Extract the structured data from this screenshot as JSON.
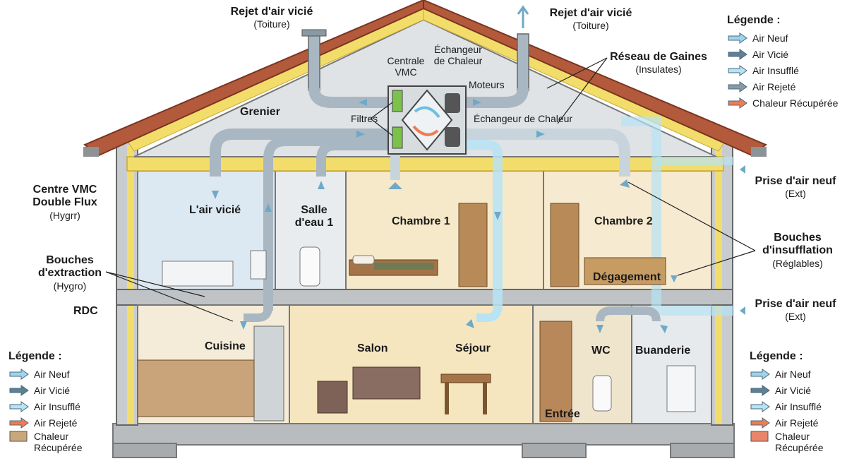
{
  "labels": {
    "roof_exhaust_left": "Rejet d'air vicié",
    "roof_exhaust_left_sub": "(Toiture)",
    "roof_exhaust_right": "Rejet d'air vicié",
    "roof_exhaust_right_sub": "(Toiture)",
    "centrale": "Centrale\nVMC",
    "echangeur_top": "Échangeur\nde Chaleur",
    "moteurs": "Moteurs",
    "filtres": "Filtres",
    "echangeur_side": "Échangeur de Chaleur",
    "grenier": "Grenier",
    "reseau": "Réseau de Gaines",
    "reseau_sub": "(Insulates)",
    "centre_vmc": "Centre VMC\nDouble Flux",
    "centre_vmc_sub": "(Hygrr)",
    "air_vicie_room": "L'air vicié",
    "salle_eau": "Salle\nd'eau 1",
    "chambre1": "Chambre 1",
    "chambre2": "Chambre 2",
    "degagement": "Dégagement",
    "prise_top": "Prise d'air neuf",
    "prise_top_sub": "(Ext)",
    "bouches_insuff": "Bouches\nd'insufflation",
    "bouches_insuff_sub": "(Réglables)",
    "bouches_extr": "Bouches\nd'extraction",
    "bouches_extr_sub": "(Hygro)",
    "rdc": "RDC",
    "prise_bottom": "Prise d'air neuf",
    "prise_bottom_sub": "(Ext)",
    "cuisine": "Cuisine",
    "salon": "Salon",
    "sejour": "Séjour",
    "wc": "WC",
    "buanderie": "Buanderie",
    "entree": "Entrée"
  },
  "legend_top": {
    "title": "Légende :",
    "items": [
      {
        "label": "Air Neuf",
        "color": "#9fd4ee",
        "kind": "arrow"
      },
      {
        "label": "Air Vicié",
        "color": "#5f7f93",
        "kind": "arrow"
      },
      {
        "label": "Air Insufflé",
        "color": "#b7e3f4",
        "kind": "arrow"
      },
      {
        "label": "Air Rejeté",
        "color": "#8a9aa4",
        "kind": "arrow"
      },
      {
        "label": "Chaleur Récupérée",
        "color": "#ee7d52",
        "kind": "arrow"
      }
    ]
  },
  "legend_bottom_left": {
    "title": "Légende :",
    "items": [
      {
        "label": "Air Neuf",
        "color": "#9fd4ee",
        "kind": "arrow"
      },
      {
        "label": "Air Vicié",
        "color": "#5f7f93",
        "kind": "arrow"
      },
      {
        "label": "Air Insufflé",
        "color": "#b7e3f4",
        "kind": "arrow"
      },
      {
        "label": "Air Rejeté",
        "color": "#ee7d52",
        "kind": "arrow"
      },
      {
        "label": "Chaleur\nRécupérée",
        "color": "#c9a77c",
        "kind": "box"
      }
    ]
  },
  "legend_bottom_right": {
    "title": "Légende :",
    "items": [
      {
        "label": "Air Neuf",
        "color": "#9fd4ee",
        "kind": "arrow"
      },
      {
        "label": "Air Vicié",
        "color": "#5f7f93",
        "kind": "arrow"
      },
      {
        "label": "Air Insufflé",
        "color": "#b7e3f4",
        "kind": "arrow"
      },
      {
        "label": "Air Rejeté",
        "color": "#ee7d52",
        "kind": "arrow"
      },
      {
        "label": "Chaleur\nRécupérée",
        "color": "#e8866a",
        "kind": "box"
      }
    ]
  },
  "colors": {
    "roof": "#b35a3c",
    "insulation": "#f3dd6a",
    "wall": "#c9ccce",
    "duct": "#a9b7c2",
    "fresh": "#9fd4ee",
    "room_warm": "#f6e9c9",
    "room_cool": "#dde9f2"
  }
}
